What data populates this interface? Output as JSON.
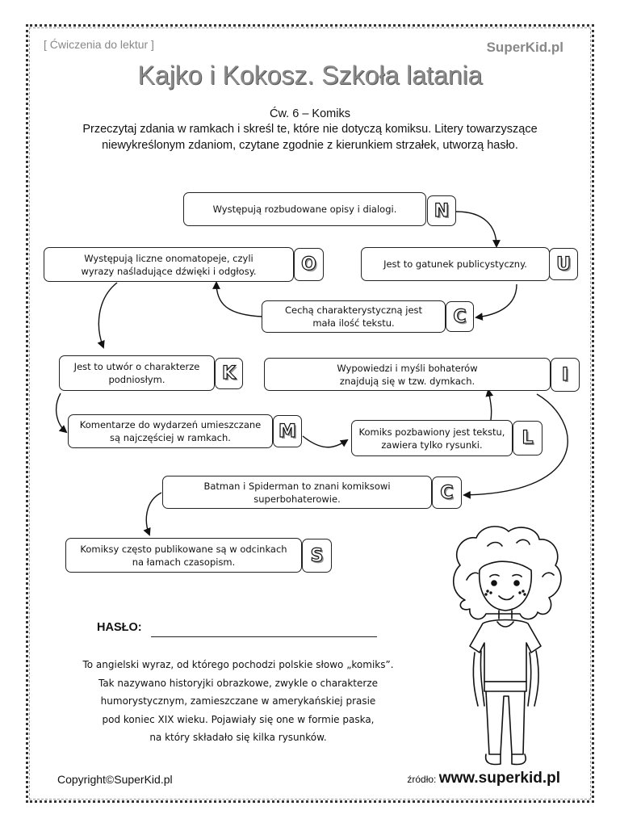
{
  "header": {
    "category": "[ Ćwiczenia do lektur ]",
    "brand": "SuperKid.pl",
    "title": "Kajko i Kokosz. Szkoła latania",
    "exercise": "Ćw. 6 – Komiks",
    "instruction_line1": "Przeczytaj zdania w ramkach i skreśl te, które nie dotyczą komiksu. Litery towarzyszące",
    "instruction_line2": "niewykreślonym zdaniom, czytane zgodnie z kierunkiem strzałek, utworzą hasło."
  },
  "boxes": [
    {
      "letter": "N",
      "line1": "Występują rozbudowane opisy i dialogi.",
      "line2": ""
    },
    {
      "letter": "U",
      "line1": "Jest to gatunek publicystyczny.",
      "line2": ""
    },
    {
      "letter": "C",
      "line1": "Cechą charakterystyczną jest",
      "line2": "mała ilość tekstu."
    },
    {
      "letter": "O",
      "line1": "Występują liczne onomatopeje, czyli",
      "line2": "wyrazy naśladujące dźwięki i odgłosy."
    },
    {
      "letter": "K",
      "line1": "Jest to utwór o charakterze",
      "line2": "podniosłym."
    },
    {
      "letter": "M",
      "line1": "Komentarze do wydarzeń umieszczane",
      "line2": "są najczęściej w ramkach."
    },
    {
      "letter": "L",
      "line1": "Komiks pozbawiony jest tekstu,",
      "line2": "zawiera tylko rysunki."
    },
    {
      "letter": "I",
      "line1": "Wypowiedzi i myśli bohaterów",
      "line2": "znajdują się w tzw. dymkach."
    },
    {
      "letter": "C",
      "line1": "Batman i Spiderman to znani komiksowi",
      "line2": "superbohaterowie."
    },
    {
      "letter": "S",
      "line1": "Komiksy często publikowane są w odcinkach",
      "line2": "na łamach czasopism."
    }
  ],
  "answer": {
    "label": "HASŁO:"
  },
  "info": {
    "lines": [
      "To angielski wyraz, od którego pochodzi polskie słowo „komiks”.",
      "Tak nazywano historyjki obrazkowe, zwykle o charakterze",
      "humorystycznym, zamieszczane w amerykańskiej prasie",
      "pod koniec XIX wieku. Pojawiały się one w formie paska,",
      "na który składało się kilka rysunków."
    ]
  },
  "footer": {
    "copyright": "Copyright©SuperKid.pl",
    "source_label": "źródło:",
    "source_url": "www.superkid.pl"
  }
}
